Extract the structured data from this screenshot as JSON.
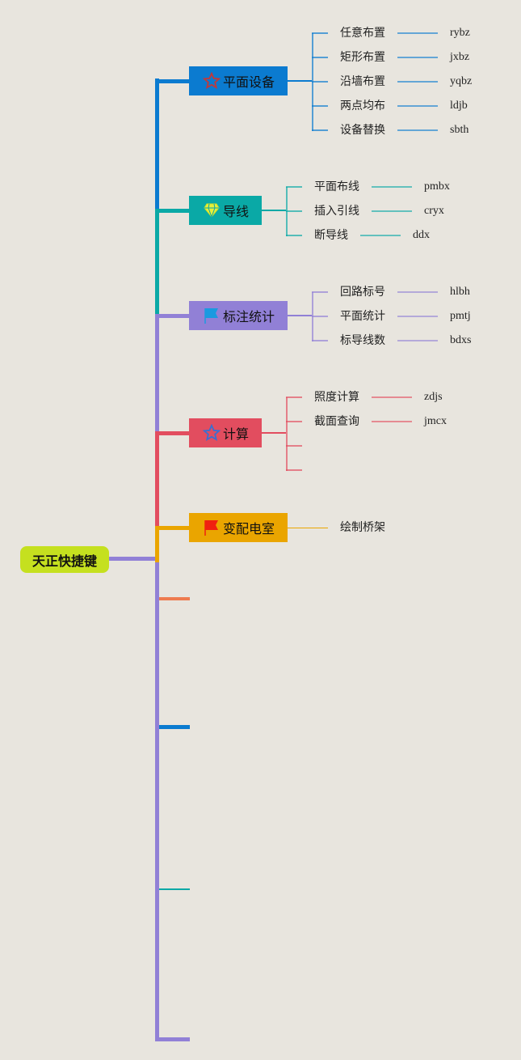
{
  "root": {
    "label": "天正快捷键",
    "color": "#c5e01f"
  },
  "branches": [
    {
      "label": "平面设备",
      "icon": "star-outline-icon",
      "color": "#0b7bd0",
      "items": [
        {
          "label": "任意布置",
          "code": "rybz"
        },
        {
          "label": "矩形布置",
          "code": "jxbz"
        },
        {
          "label": "沿墙布置",
          "code": "yqbz"
        },
        {
          "label": "两点均布",
          "code": "ldjb"
        },
        {
          "label": "设备替换",
          "code": "sbth"
        }
      ]
    },
    {
      "label": "导线",
      "icon": "diamond-icon",
      "color": "#0aa9a6",
      "items": [
        {
          "label": "平面布线",
          "code": "pmbx"
        },
        {
          "label": "插入引线",
          "code": "cryx"
        },
        {
          "label": "断导线",
          "code": "ddx"
        }
      ]
    },
    {
      "label": "标注统计",
      "icon": "flag-icon",
      "color": "#9180d6",
      "items": [
        {
          "label": "回路标号",
          "code": "hlbh"
        },
        {
          "label": "平面统计",
          "code": "pmtj"
        },
        {
          "label": "标导线数",
          "code": "bdxs"
        }
      ]
    },
    {
      "label": "计算",
      "icon": "star-outline-icon",
      "color": "#e24d5f",
      "items": [
        {
          "label": "照度计算",
          "code": "zdjs"
        },
        {
          "label": "截面查询",
          "code": "jmcx"
        },
        {
          "label": "",
          "code": ""
        },
        {
          "label": "",
          "code": ""
        }
      ]
    },
    {
      "label": "变配电室",
      "icon": "flag-icon",
      "color": "#eaa500",
      "items": [
        {
          "label": "绘制桥架",
          "code": ""
        }
      ]
    }
  ],
  "spine_color": "#9180d6",
  "stub_colors": [
    "#ee7b4f",
    "#0b7bd0",
    "#0aa9a6",
    "#9180d6"
  ]
}
